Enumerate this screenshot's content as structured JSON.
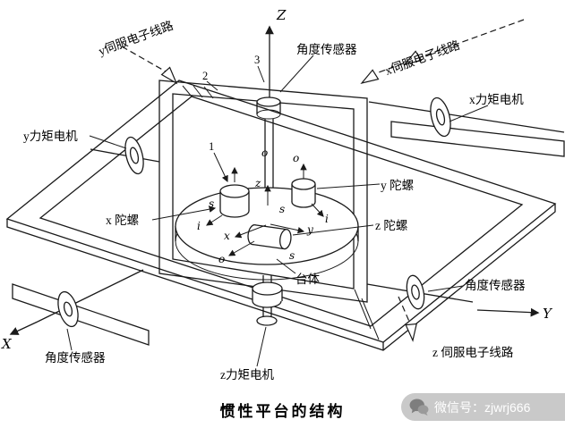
{
  "caption": "惯性平台的结构",
  "watermark": {
    "label": "微信号：zjwrj666",
    "icon": "wechat-icon"
  },
  "axes": {
    "x": "X",
    "y": "Y",
    "z": "Z"
  },
  "labels": {
    "servo_y": "y伺服电子线路",
    "servo_x": "x伺服电子线路",
    "servo_z": "z 伺服电子线路",
    "angle_sensor_top": "角度传感器",
    "angle_sensor_right": "角度传感器",
    "angle_sensor_bottom": "角度传感器",
    "torque_motor_x": "x力矩电机",
    "torque_motor_y": "y力矩电机",
    "torque_motor_z": "z力矩电机",
    "gyro_x": "x 陀螺",
    "gyro_y": "y 陀螺",
    "gyro_z": "z 陀螺",
    "platform_body": "台体"
  },
  "part_numbers": {
    "n1": "1",
    "n2": "2",
    "n3": "3"
  },
  "axis_markers": {
    "o_shaft": "o",
    "o_y_gyro": "o",
    "o_z_gyro": "o",
    "z_shaft": "z",
    "s_x_gyro": "s",
    "s_center": "s",
    "s_z_gyro": "s",
    "i_y_gyro": "i",
    "i_x_gyro": "i",
    "x_center": "x",
    "y_center": "y"
  },
  "colors": {
    "line": "#1a1a1a",
    "watermark_bg": "#c9c9c9",
    "watermark_text": "#ffffff"
  }
}
